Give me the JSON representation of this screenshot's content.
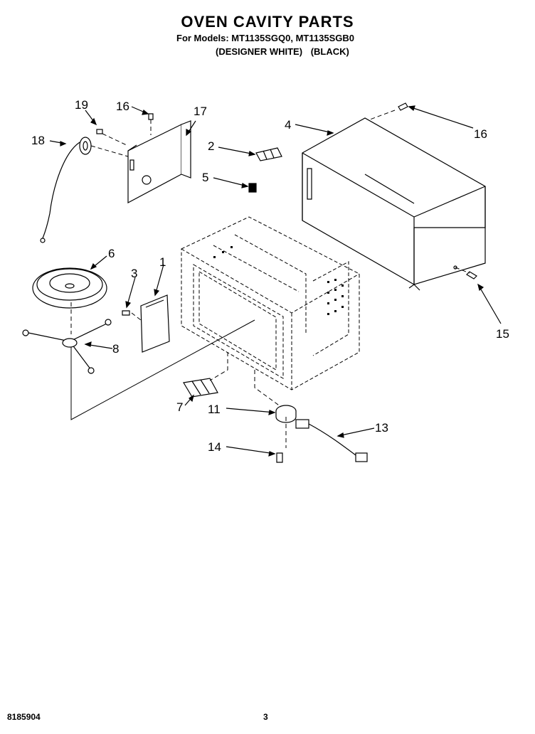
{
  "header": {
    "title": "OVEN CAVITY PARTS",
    "models_line": "For Models: MT1135SGQ0, MT1135SGB0",
    "variants": [
      "(DESIGNER WHITE)",
      "(BLACK)"
    ]
  },
  "footer": {
    "doc_number": "8185904",
    "page_number": "3"
  },
  "callouts": [
    "19",
    "16",
    "17",
    "18",
    "2",
    "5",
    "4",
    "16",
    "6",
    "3",
    "1",
    "8",
    "15",
    "7",
    "11",
    "13",
    "14"
  ]
}
